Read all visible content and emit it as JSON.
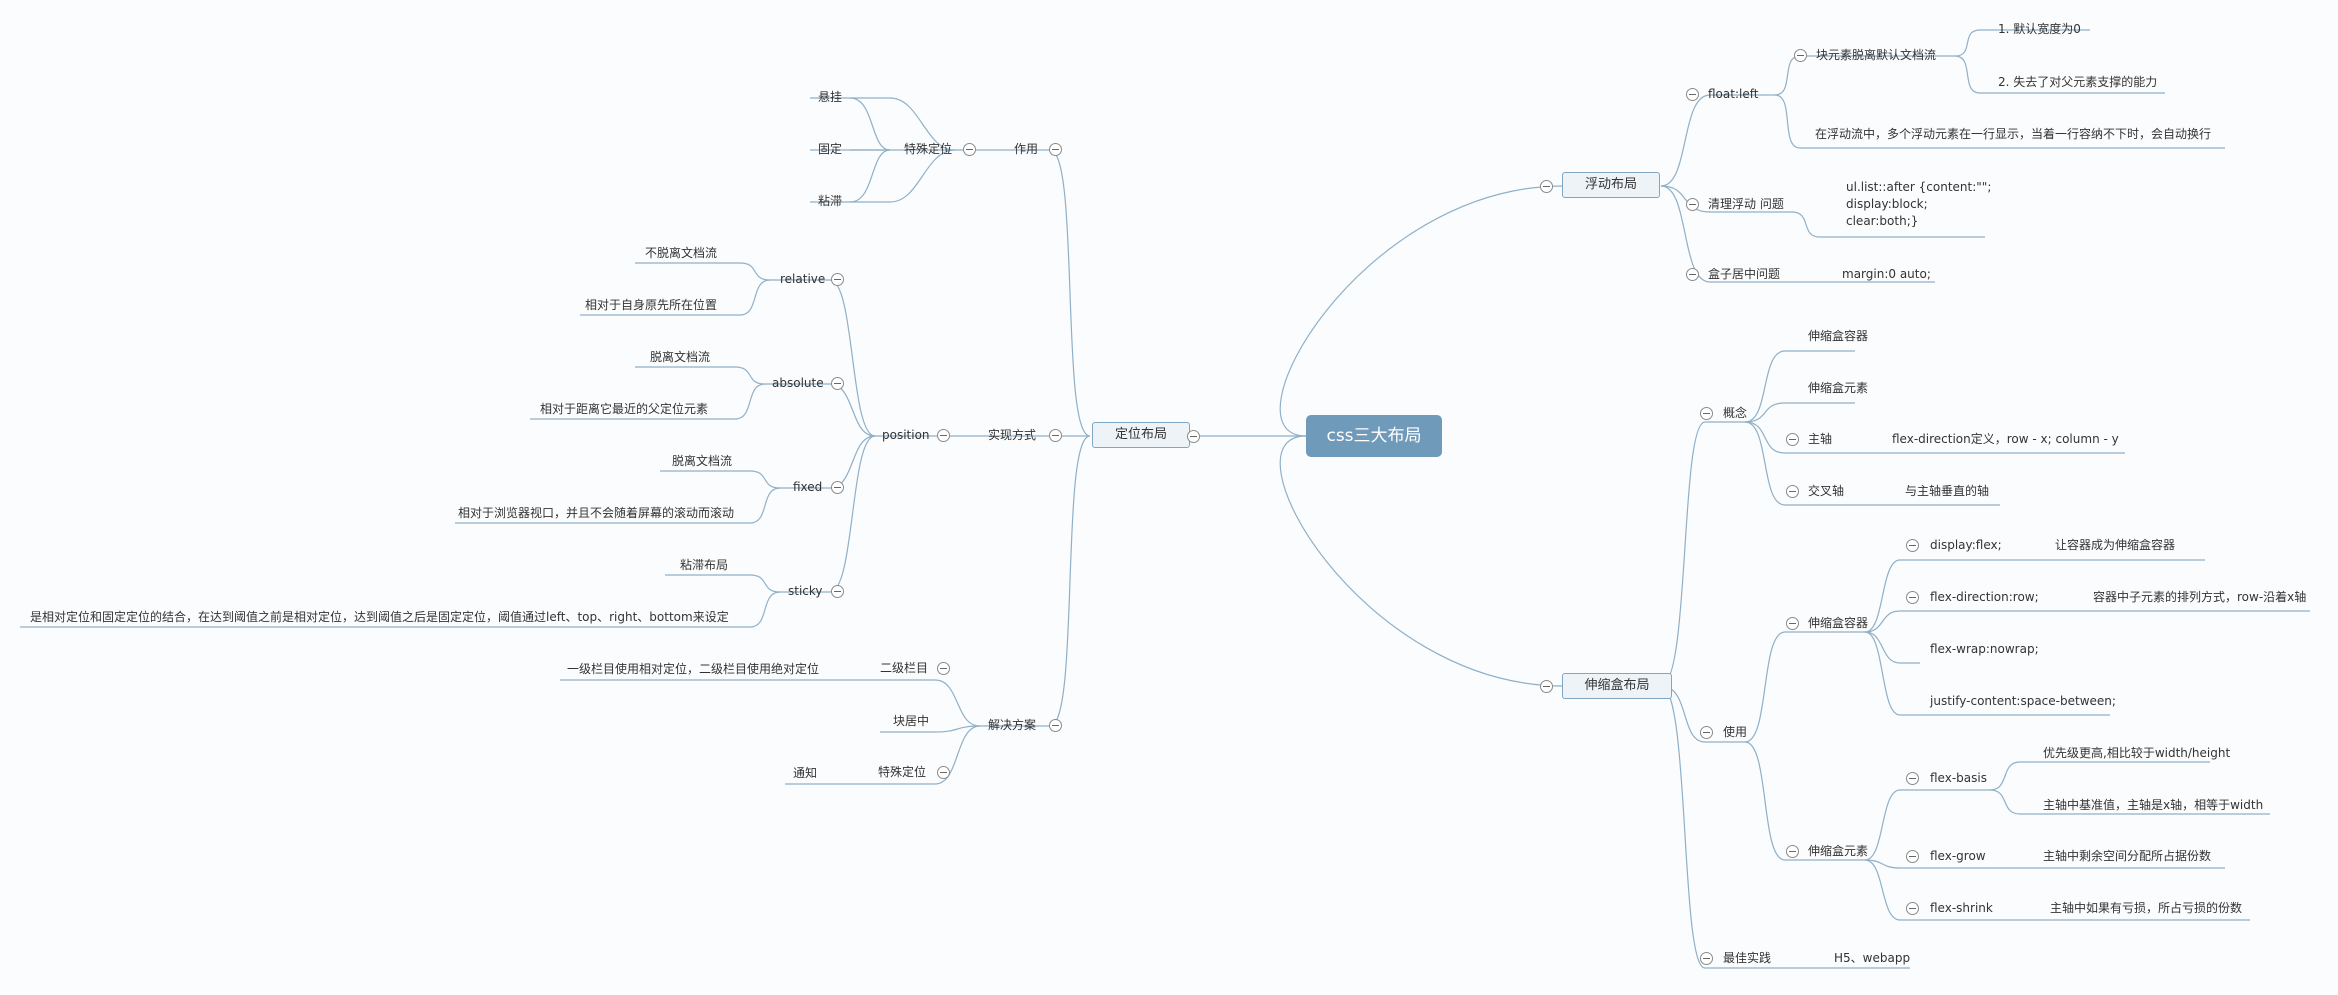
{
  "root": "css三大布局",
  "main": {
    "float": "浮动布局",
    "flex": "伸缩盒布局",
    "position": "定位布局"
  },
  "float": {
    "float_left": "float:left",
    "leave_flow": "块元素脱离默认文档流",
    "width_zero": "1. 默认宽度为0",
    "lose_support": "2. 失去了对父元素支撑的能力",
    "wrap_note": "在浮动流中，多个浮动元素在一行显示，当着一行容纳不下时，会自动换行",
    "clear": "清理浮动 问题",
    "clear_code": [
      "ul.list::after {content:\"\";",
      "display:block;",
      "clear:both;}"
    ],
    "center": "盒子居中问题",
    "center_code": "margin:0 auto;"
  },
  "flex": {
    "concept": "概念",
    "container": "伸缩盒容器",
    "element": "伸缩盒元素",
    "main_axis": "主轴",
    "main_axis_note": "flex-direction定义，row - x; column - y",
    "cross_axis": "交叉轴",
    "cross_axis_note": "与主轴垂直的轴",
    "use": "使用",
    "use_container": "伸缩盒容器",
    "display_flex": "display:flex;",
    "display_flex_note": "让容器成为伸缩盒容器",
    "direction": "flex-direction:row;",
    "direction_note": "容器中子元素的排列方式，row-沿着x轴",
    "wrap": "flex-wrap:nowrap;",
    "justify": "justify-content:space-between;",
    "use_element": "伸缩盒元素",
    "basis": "flex-basis",
    "basis_note1": "优先级更高,相比较于width/height",
    "basis_note2": "主轴中基准值，主轴是x轴，相等于width",
    "grow": "flex-grow",
    "grow_note": "主轴中剩余空间分配所占据份数",
    "shrink": "flex-shrink",
    "shrink_note": "主轴中如果有亏损，所占亏损的份数",
    "best": "最佳实践",
    "best_note": "H5、webapp"
  },
  "pos": {
    "effect": "作用",
    "special": "特殊定位",
    "hang": "悬挂",
    "fixed_cn": "固定",
    "sticky_cn": "粘滞",
    "impl": "实现方式",
    "position": "position",
    "relative": "relative",
    "rel1": "不脱离文档流",
    "rel2": "相对于自身原先所在位置",
    "absolute": "absolute",
    "abs1": "脱离文档流",
    "abs2": "相对于距离它最近的父定位元素",
    "fixed": "fixed",
    "fix1": "脱离文档流",
    "fix2": "相对于浏览器视口，并且不会随着屏幕的滚动而滚动",
    "sticky": "sticky",
    "stk1": "粘滞布局",
    "stk2": "是相对定位和固定定位的结合，在达到阈值之前是相对定位，达到阈值之后是固定定位，阈值通过left、top、right、bottom来设定",
    "solution": "解决方案",
    "menu2": "二级栏目",
    "menu2_note": "一级栏目使用相对定位，二级栏目使用绝对定位",
    "center": "块居中",
    "special2": "特殊定位",
    "notice": "通知"
  },
  "colors": {
    "line": "#8fb0c8",
    "root_fill": "#6f9ab9",
    "main_fill": "#eef3f7"
  }
}
